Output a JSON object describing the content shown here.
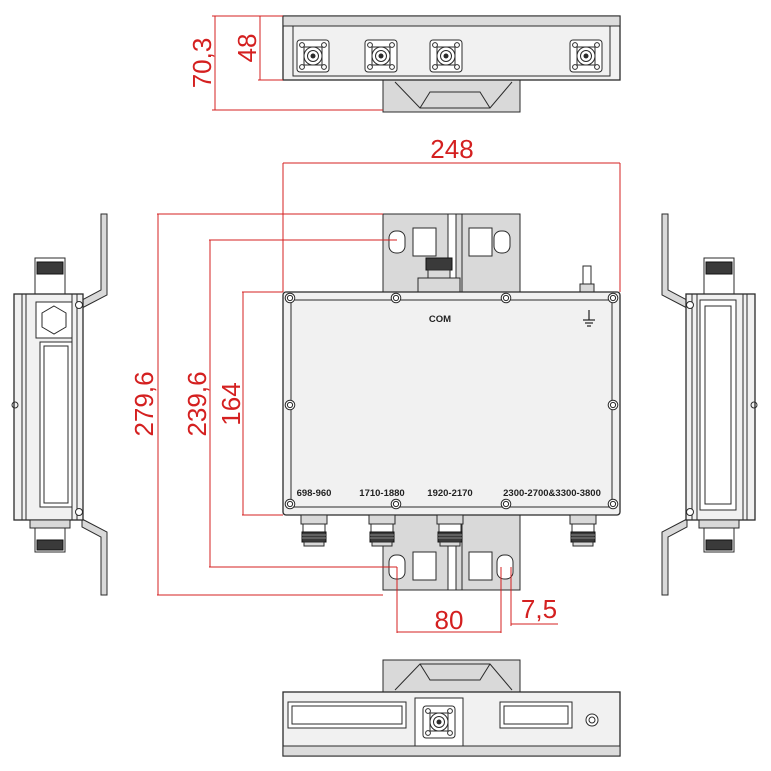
{
  "dimensions": {
    "total_height": "70,3",
    "body_height": "48",
    "overall_width": "248",
    "overall_length": "279,6",
    "mount_hole_pitch": "239,6",
    "body_length": "164",
    "hole_spacing": "80",
    "slot_width": "7,5"
  },
  "ports": {
    "com": "COM",
    "port1": "698-960",
    "port2": "1710-1880",
    "port3": "1920-2170",
    "port4": "2300-2700&3300-3800"
  },
  "colors": {
    "dimension": "#d42020",
    "outline": "#2b2b2b"
  },
  "icons": {
    "ground": "ground-icon"
  }
}
